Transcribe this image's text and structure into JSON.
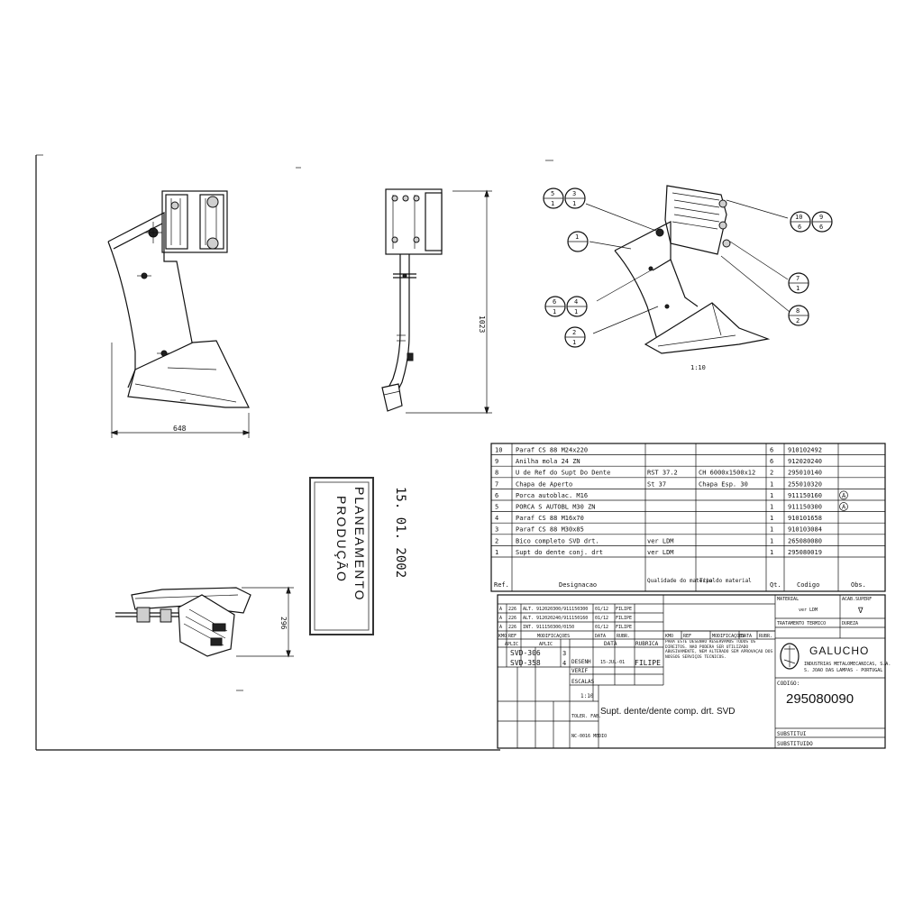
{
  "drawing": {
    "dim_width": "648",
    "dim_height": "1023",
    "dim_base": "296",
    "scale_note": "1:10",
    "balloons_top_left": [
      [
        "5",
        "1"
      ],
      [
        "3",
        "1"
      ]
    ],
    "balloon_1": [
      "1",
      ""
    ],
    "balloons_mid_left": [
      [
        "6",
        "1"
      ],
      [
        "4",
        "1"
      ]
    ],
    "balloon_2": [
      "2",
      "1"
    ],
    "balloons_top_right": [
      [
        "10",
        "6"
      ],
      [
        "9",
        "6"
      ]
    ],
    "balloon_7": [
      "7",
      "1"
    ],
    "balloon_8": [
      "8",
      "2"
    ]
  },
  "stamp": {
    "line1": "PLANEAMENTO",
    "line2": "PRODUÇÃO",
    "date": "15. 01. 2002"
  },
  "bom": {
    "rows": [
      {
        "ref": "10",
        "designacao": "Paraf CS 88 M24x220",
        "qualidade": "",
        "tipo": "",
        "qt": "6",
        "codigo": "910102492",
        "obs": ""
      },
      {
        "ref": "9",
        "designacao": "Anilha mola 24 ZN",
        "qualidade": "",
        "tipo": "",
        "qt": "6",
        "codigo": "912020240",
        "obs": ""
      },
      {
        "ref": "8",
        "designacao": "U de Ref do Supt Do Dente",
        "qualidade": "RST 37.2",
        "tipo": "CH 6000x1500x12",
        "qt": "2",
        "codigo": "295010140",
        "obs": ""
      },
      {
        "ref": "7",
        "designacao": "Chapa de Aperto",
        "qualidade": "St 37",
        "tipo": "Chapa Esp. 30",
        "qt": "1",
        "codigo": "255010320",
        "obs": ""
      },
      {
        "ref": "6",
        "designacao": "Porca autoblac. M16",
        "qualidade": "",
        "tipo": "",
        "qt": "1",
        "codigo": "911150160",
        "obs": "A"
      },
      {
        "ref": "5",
        "designacao": "PORCA S AUTOBL M30 ZN",
        "qualidade": "",
        "tipo": "",
        "qt": "1",
        "codigo": "911150300",
        "obs": "A"
      },
      {
        "ref": "4",
        "designacao": "Paraf CS 88 M16x70",
        "qualidade": "",
        "tipo": "",
        "qt": "1",
        "codigo": "910101658",
        "obs": ""
      },
      {
        "ref": "3",
        "designacao": "Paraf CS 88 M30x85",
        "qualidade": "",
        "tipo": "",
        "qt": "1",
        "codigo": "910103084",
        "obs": ""
      },
      {
        "ref": "2",
        "designacao": "Bico completo SVD drt.",
        "qualidade": "ver LDM",
        "tipo": "",
        "qt": "1",
        "codigo": "265080080",
        "obs": ""
      },
      {
        "ref": "1",
        "designacao": "Supt do dente conj. drt",
        "qualidade": "ver LDM",
        "tipo": "",
        "qt": "1",
        "codigo": "295080019",
        "obs": ""
      }
    ],
    "headers": {
      "ref": "Ref.",
      "designacao": "Designacao",
      "qualidade": "Qualidade do material",
      "tipo": "Tipo do material",
      "qt": "Qt.",
      "codigo": "Codigo",
      "obs": "Obs."
    }
  },
  "mods": {
    "rows": [
      {
        "a": "A",
        "n": "226",
        "text": "ALT. 912020300/911150300",
        "data": "01/12",
        "rubr": "FILIPE"
      },
      {
        "a": "A",
        "n": "226",
        "text": "ALT. 912020240/911150160",
        "data": "01/12",
        "rubr": "FILIPE"
      },
      {
        "a": "A",
        "n": "226",
        "text": "INT. 911150300/0150",
        "data": "01/12",
        "rubr": "FILIPE"
      }
    ],
    "header_left": [
      "ΚΜΟ",
      "REF",
      "MODIFICAÇOES",
      "DATA",
      "RUBR."
    ],
    "header_right": [
      "ΚΜΟ",
      "REF",
      "MODIFICAÇOES",
      "DATA",
      "RUBR."
    ]
  },
  "titleblock": {
    "aplic_label": "APLIC",
    "aplic_rows": [
      "SVD-306",
      "SVD-358"
    ],
    "aplic_nums": [
      "3",
      "4"
    ],
    "data_label": "DATA",
    "rubrica_label": "RUBRICA",
    "desenh_label": "DESENH",
    "desenh_date": "15-JUL-01",
    "desenh_name": "FILIPE",
    "verif_label": "VERIF",
    "escalas_label": "ESCALAS",
    "escala": "1:10",
    "toler_label": "TOLER. FAB.",
    "toler_val": "NC-0016 MEDIO",
    "rights_note": "PARA ESTE DESENHO RESERVAMOS TODOS OS DIREITOS. NAO PODERA SER UTILIZADO ABUSIVAMENTE, NEM ALTERADO SEM APROVAÇAO DOS NOSSOS SERVIÇOS TECNICOS.",
    "title": "Supt. dente/dente comp. drt. SVD",
    "material_label": "MATERIAL",
    "material_val": "ver LDM",
    "acab_label": "ACAB.SUPERF",
    "trat_label": "TRATAMENTO TERMICO",
    "dureza_label": "DUREZA",
    "company": "GALUCHO",
    "company_sub1": "INDUSTRIAS METALOMECANICAS, S.A.",
    "company_sub2": "S. JOAO DAS LAMPAS - PORTUGAL",
    "codigo_label": "CODIGO:",
    "codigo": "295080090",
    "substitui_label": "SUBSTITUI",
    "substituido_label": "SUBSTITUIDO"
  }
}
